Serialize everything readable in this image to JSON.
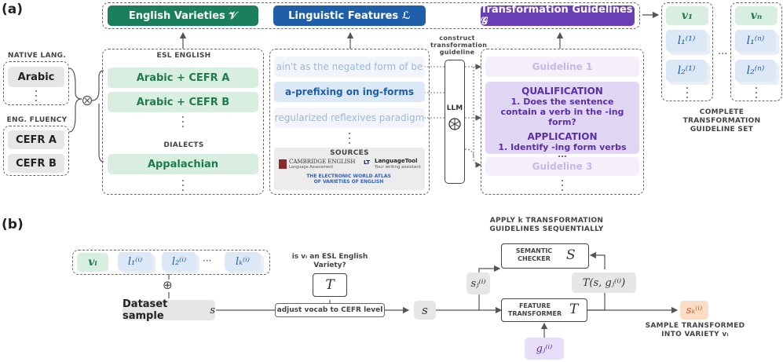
{
  "panel_a": "(a)",
  "panel_b": "(b)",
  "native_lang_label": "NATIVE LANG.",
  "native_arabic": "Arabic",
  "eng_fluency_label": "ENG. FLUENCY",
  "cefr_a": "CEFR A",
  "cefr_b": "CEFR B",
  "esl_label": "ESL ENGLISH",
  "esl_items": [
    "Arabic + CEFR A",
    "Arabic + CEFR B"
  ],
  "dialects_label": "DIALECTS",
  "dialect_item": "Appalachian",
  "hdr_varieties": "English Varieties 𝒱",
  "hdr_features": "Linguistic Features ℒ",
  "hdr_guidelines": "Transformation Guidelines 𝒢",
  "features": [
    "ain't as the negated form of be",
    "a-prefixing on ing-forms",
    "regularized reflexives paradigm"
  ],
  "sources_label": "SOURCES",
  "src_cambridge": "CAMBRIDGE ENGLISH",
  "src_cambridge_sub": "Language Assessment",
  "src_languagetool": "LanguageTool",
  "src_languagetool_sub": "Your writing assistant",
  "src_ewave": "THE ELECTRONIC WORLD ATLAS OF VARIETIES OF ENGLISH",
  "construct_label": "construct transformation guideline",
  "llm_label": "LLM",
  "guideline_1": "Guideline 1",
  "guideline_3": "Guideline 3",
  "qualification_title": "QUALIFICATION",
  "qualification_text": "1. Does the sentence contain a verb in the -ing form?",
  "application_title": "APPLICATION",
  "application_text": "1. Identify -ing form verbs",
  "application_more": "...",
  "v1": "v₁",
  "vn": "vₙ",
  "l11": "l₁⁽¹⁾",
  "l21": "l₂⁽¹⁾",
  "l1n": "l₁⁽ⁿ⁾",
  "l2n": "l₂⁽ⁿ⁾",
  "complete_label": "COMPLETE TRANSFORMATION GUIDELINE SET",
  "b_vi": "vᵢ",
  "b_l1": "l₁⁽ⁱ⁾",
  "b_l2": "l₂⁽ⁱ⁾",
  "b_lk": "lₖ⁽ⁱ⁾",
  "b_ellipsis": "···",
  "oplus": "⊕",
  "dataset_sample": "Dataset sample",
  "dataset_s": "s",
  "question": "is vᵢ an ESL English Variety?",
  "T": "T",
  "adjust_vocab": "adjust vocab to CEFR level",
  "s_var": "s",
  "apply_label": "APPLY k TRANSFORMATION GUIDELINES SEQUENTIALLY",
  "semantic_checker": "SEMANTIC CHECKER",
  "S": "S",
  "sj": "sⱼ⁽ⁱ⁾",
  "T_sg": "T(s, gⱼ⁽ⁱ⁾)",
  "feature_transformer": "FEATURE TRANSFORMER",
  "T2": "T",
  "gj": "gⱼ⁽ⁱ⁾",
  "sk": "sₖ⁽ⁱ⁾",
  "sample_transformed": "SAMPLE TRANSFORMED INTO VARIETY vᵢ",
  "colors": {
    "green": "#1a7f5a",
    "blue": "#1f5ea8",
    "purple": "#6a3fb5",
    "lightgreen": "#d8eee0",
    "lightblue": "#dce8f6",
    "lightpurple": "#e8def7",
    "orange": "#fbdcc4"
  }
}
